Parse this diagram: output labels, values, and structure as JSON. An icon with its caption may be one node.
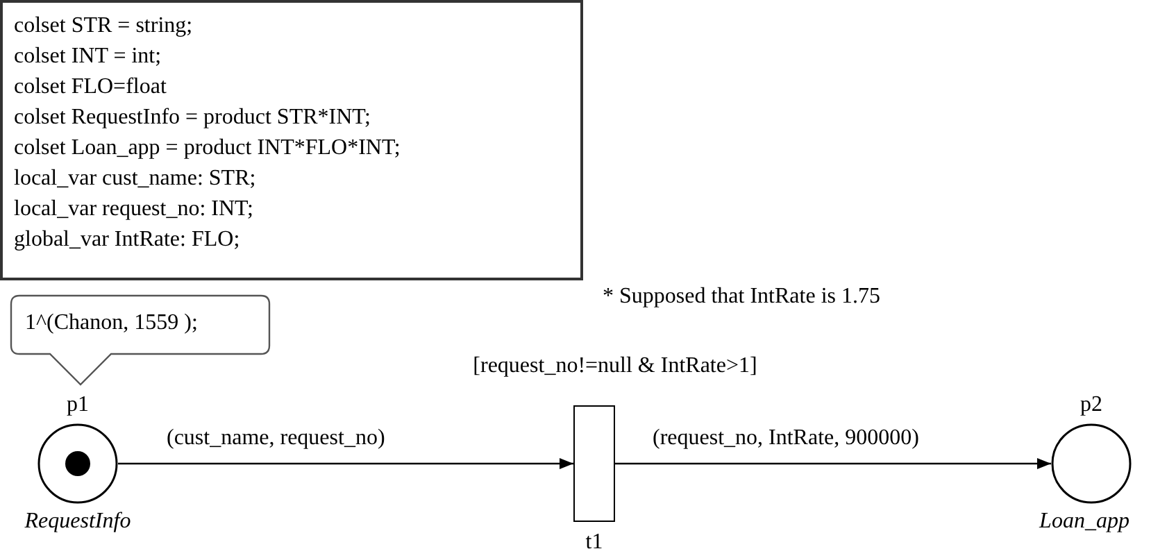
{
  "diagram": {
    "nodes": [
      {
        "text": [
          "colset STR = string;",
          "colset INT = int;",
          "colset FLO=float",
          "colset RequestInfo = product STR*INT;",
          "colset Loan_app = product INT*FLO*INT;",
          "local_var cust_name: STR;",
          "local_var request_no: INT;",
          "global_var IntRate: FLO;"
        ]
      },
      {
        "text": [
          "1^(Chanon, 1559 );"
        ]
      },
      {
        "text": [],
        "shape": "circle",
        "beside": [
          "p1",
          "RequestInfo"
        ]
      },
      {
        "text": [],
        "shape": "bar",
        "beside": [
          "[request_no!=null & IntRate>1]",
          "t1"
        ]
      },
      {
        "text": [],
        "shape": "circle",
        "beside": [
          "p2",
          "Loan_app"
        ]
      }
    ],
    "edges": [
      {
        "from": 2,
        "to": 3,
        "arrow": "to",
        "label": "(cust_name, request_no)"
      },
      {
        "from": 3,
        "to": 4,
        "arrow": "to",
        "label": "(request_no, IntRate, 900000)"
      }
    ],
    "labels": [
      "* Supposed that IntRate is 1.75"
    ]
  }
}
